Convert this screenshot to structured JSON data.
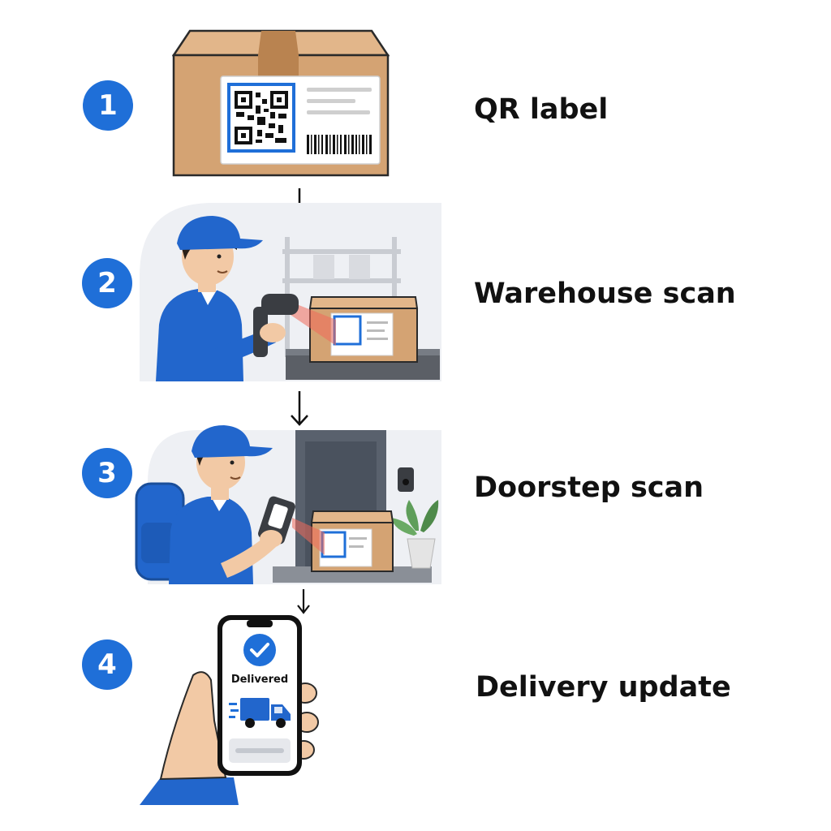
{
  "steps": [
    {
      "number": "1",
      "label": "QR label"
    },
    {
      "number": "2",
      "label": "Warehouse scan"
    },
    {
      "number": "3",
      "label": "Doorstep scan"
    },
    {
      "number": "4",
      "label": "Delivery update"
    }
  ],
  "phone": {
    "status": "Delivered"
  },
  "colors": {
    "badge": "#1f6fd8",
    "box": "#d4a373",
    "uniform": "#2266cc",
    "qr_frame": "#1f6fd8"
  },
  "icons": [
    "box-icon",
    "qr-code-icon",
    "barcode-icon",
    "scanner-icon",
    "door-icon",
    "plant-icon",
    "phone-icon",
    "checkmark-icon",
    "truck-icon",
    "arrow-down-icon"
  ]
}
